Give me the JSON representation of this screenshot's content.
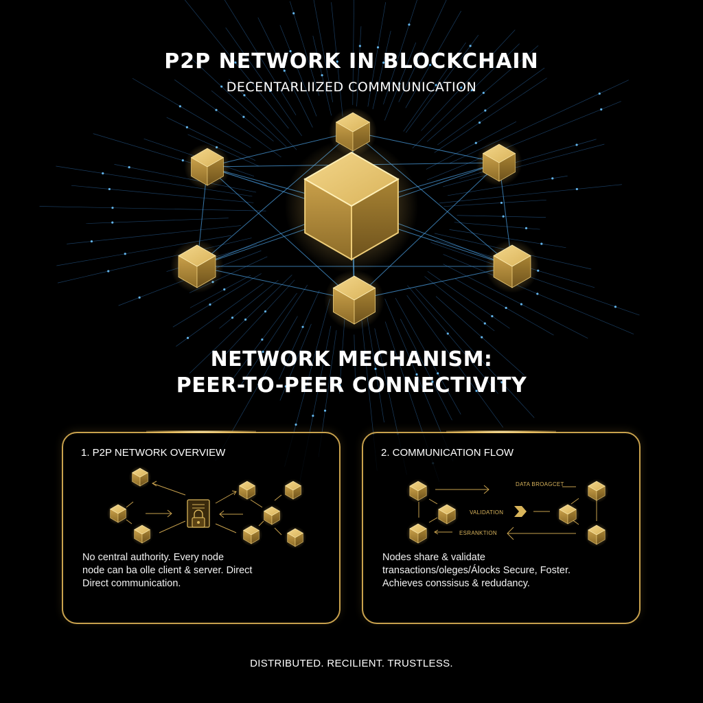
{
  "header": {
    "title": "P2P NETWORK IN BLOCKCHAIN",
    "subtitle": "DECENTARLIIZED COMMNUNICATION"
  },
  "hero": {
    "central_node": "central-block",
    "peer_nodes": [
      "top",
      "upper-left",
      "upper-right",
      "lower-left",
      "lower-right",
      "bottom"
    ],
    "node_color": "#d8b45a",
    "link_color": "#4a9ee0"
  },
  "section": {
    "title_line1": "NETWORK MECHANISM:",
    "title_line2": "PEER-TO-PEER CONNECTIVITY"
  },
  "panels": [
    {
      "title": "1. P2P NETWORK OVERVIEW",
      "description": "No central authority. Every node\nnode can ba olle client & server. Direct\nDirect communication.",
      "center_icon": "document-lock-icon"
    },
    {
      "title": "2. COMMUNICATION FLOW",
      "description": "Nodes share & validate\ntransactions/oleges/Álocks Secure, Foster.\nAchieves conssisus & redudancy.",
      "labels": {
        "broadcast": "DATA BROAGCET",
        "validation": "VALIDATION",
        "exchange": "ESRANKTION"
      }
    }
  ],
  "footer": {
    "tagline": "DISTRIBUTED. RECILIENT. TRUSTLESS."
  },
  "colors": {
    "background": "#000000",
    "gold": "#d8b45a",
    "gold_border": "#c9a24e",
    "blue_link": "#4a9ee0",
    "text": "#ffffff"
  }
}
